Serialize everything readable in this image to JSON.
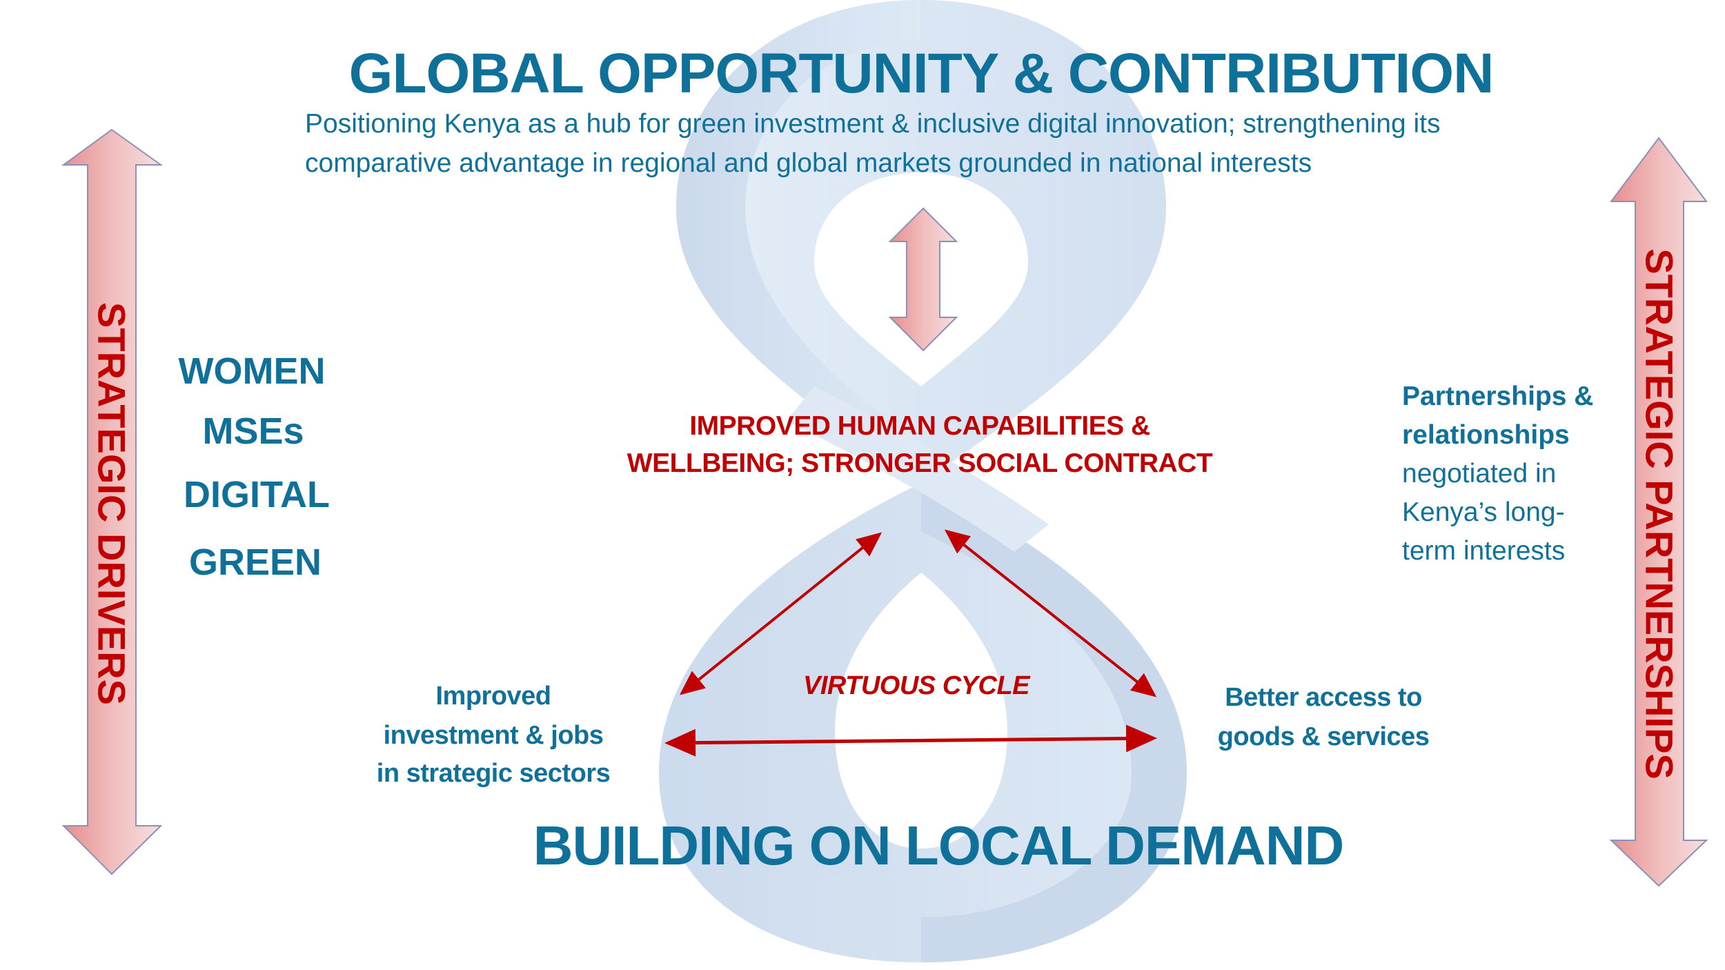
{
  "header": {
    "title": "GLOBAL OPPORTUNITY & CONTRIBUTION",
    "subtitle_lines": [
      "Positioning Kenya as a hub for green investment & inclusive digital innovation; strengthening its",
      "comparative advantage in regional and global markets grounded in national interests"
    ]
  },
  "left_arrow": {
    "label": "STRATEGIC DRIVERS",
    "direction": "bidirectional-vertical"
  },
  "right_arrow": {
    "label": "STRATEGIC PARTNERSHIPS",
    "direction": "bidirectional-vertical"
  },
  "drivers": [
    "WOMEN",
    "MSEs",
    "DIGITAL",
    "GREEN"
  ],
  "center": {
    "top_node_lines": [
      "IMPROVED HUMAN CAPABILITIES &",
      "WELLBEING; STRONGER SOCIAL CONTRACT"
    ],
    "cycle_label": "VIRTUOUS CYCLE",
    "left_node_lines": [
      "Improved",
      "investment & jobs",
      "in strategic sectors"
    ],
    "right_node_lines": [
      "Better access to",
      "goods & services"
    ]
  },
  "partnerships": {
    "bold_lines": [
      "Partnerships &",
      "relationships"
    ],
    "regular_lines": [
      "negotiated in",
      "Kenya’s long-",
      "term interests"
    ]
  },
  "footer": {
    "title": "BUILDING ON LOCAL DEMAND"
  },
  "colors": {
    "teal": "#0F7199",
    "red": "#C00000",
    "arrow_fill_start": "#E88E8E",
    "arrow_fill_end": "#F6D8D8",
    "arrow_stroke": "#8C8FB8",
    "ribbon_light": "#DCE8F5",
    "ribbon_dark": "#C7D6EA"
  }
}
